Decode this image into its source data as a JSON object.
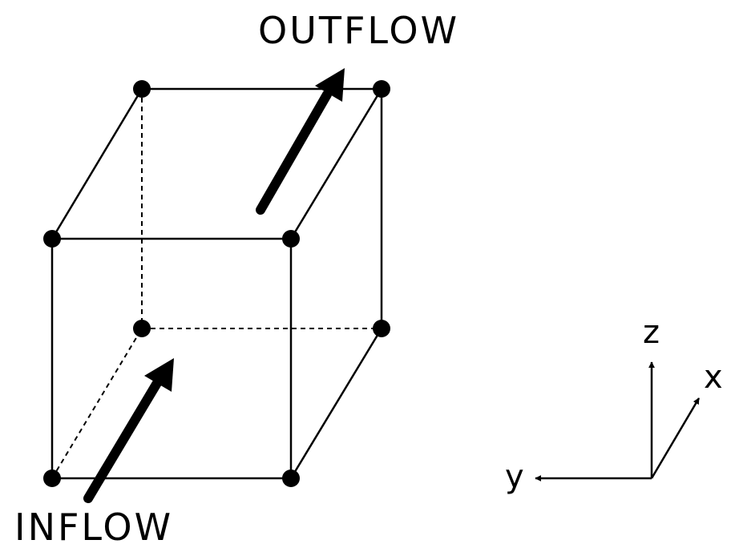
{
  "labels": {
    "outflow": "OUTFLOW",
    "inflow": "INFLOW"
  },
  "axes": {
    "x": "x",
    "y": "y",
    "z": "z"
  },
  "colors": {
    "ink": "#000000",
    "background": "#ffffff"
  }
}
